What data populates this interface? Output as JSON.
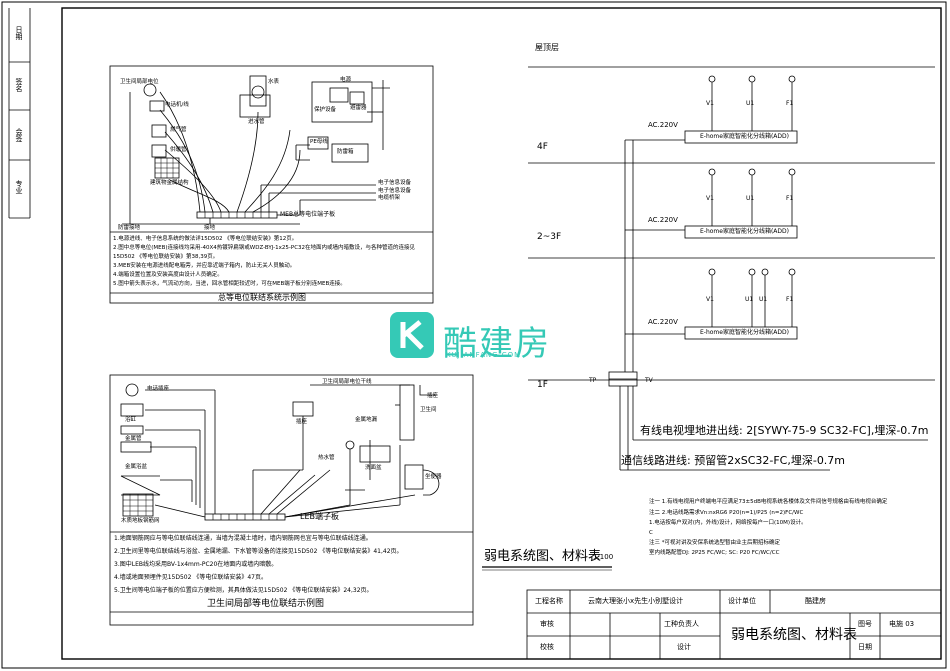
{
  "left_strip": {
    "labels": [
      "日期",
      "签名",
      "会签",
      "专业"
    ]
  },
  "diagram1": {
    "devices": [
      "卫生间局部电位",
      "电话机/线",
      "燃气管",
      "供暖管",
      "建筑物金属结构",
      "水表",
      "进水管"
    ],
    "tags": [
      "电子信息设备",
      "电子信息设备",
      "电缆桥架",
      "防雷接地",
      "接地"
    ],
    "ldb_label": "MEB总等电位端子板",
    "boxes": [
      "电源",
      "保护设备",
      "避雷器",
      "PE母线",
      "防雷箱"
    ],
    "notes": [
      "1.电源进线、电子信息系统的做法详15D502 《等电位联结安装》第12页。",
      "2.图中总等电位(MEB)连接线均采用-40X4热镀锌扁钢或WDZ-BYJ-1x25-PC32在地面内或墙内暗敷设，与各种管道的连接见",
      "  15D502 《等电位联结安装》第38,39页。",
      "3.MEB安装在电源进线配电箱旁，并应靠近端子箱内，防止无关人员触动。",
      "4.端箱设置位置及安装高度由设计人员确定。",
      "5.图中箭头表示水，气流动方向，当进，回水管相距较近时，可在MEB端子板分别连MEB连接。"
    ],
    "caption": "总等电位联结系统示例图"
  },
  "diagram2": {
    "labels": [
      "电话插座",
      "卫生间局部电位干线",
      "浴缸",
      "金属地漏",
      "金属管",
      "热水管",
      "金属浴盆",
      "洗面盆",
      "坐便器",
      "木质地板钢筋网",
      "LEB端子板",
      "卫生间",
      "插座",
      "插座"
    ],
    "notes": [
      "1.地面钢筋网应与等电位联结线连通，当墙为混凝土墙时，墙内钢筋网也宜与等电位联结线连通。",
      "2.卫生间里等电位联结线与浴盆、金属地漏、下水管等设备的连接见15D502 《等电位联结安装》41,42页。",
      "3.图中LEB线均采用BV-1x4mm-PC20在地面内或墙内暗敷。",
      "4.墙或地面预埋件见15D502 《等电位联结安装》47页。",
      "5.卫生间等电位端子板的位置应方便检测，其具体做法见15D502 《等电位联结安装》24,32页。"
    ],
    "caption": "卫生间局部等电位联结示例图"
  },
  "system": {
    "roof": "屋顶层",
    "floors": [
      "4F",
      "2~3F",
      "1F"
    ],
    "ac": "AC.220V",
    "box_label": "E-home家庭智能化分线箱(ADD)",
    "outlets_top": [
      "V1",
      "U1",
      "F1"
    ],
    "outlets_mid": [
      "V1",
      "U1",
      "F1"
    ],
    "outlets_bot": [
      "V1",
      "U1",
      "U1",
      "F1"
    ],
    "tp": "TP",
    "tv": "TV",
    "cable_tv": "有线电视埋地进出线: 2[SYWY-75-9 SC32-FC],埋深-0.7m",
    "comm": "通信线路进线: 预留管2xSC32-FC,埋深-0.7m"
  },
  "spec_notes": [
    "注一  1.有线电视用户终端电平应满足73±5dB电视系统各楼体及文件间信号规格由有线电视台确定",
    "注二  2.电话线路需求Vn:nxRG6 P20(n=1)/P25 (n=2)FC/WC",
    "      1.电话按每户双对(内，外线)设计，网络按每户一口(10M)设计。",
    "      C",
    "注三  *可视对讲及安保系统选型暂由业主后期招标确定",
    "      室内线路配管DJ: 2P25 FC/WC; SC: P20 FC/WC/CC"
  ],
  "drawing_title": "弱电系统图、材料表",
  "drawing_scale": "1:100",
  "watermark": {
    "brand": "酷建房",
    "url": "KUJIANFANG.COM"
  },
  "title_block": {
    "project_label": "工程名称",
    "project_value": "云南大理张小x先生小别墅设计",
    "design_unit_label": "设计单位",
    "design_unit_value": "酷建房",
    "review_label": "审核",
    "leader_label": "工种负责人",
    "drawing_name": "弱电系统图、材料表",
    "drawing_no_label": "图号",
    "drawing_no_value": "电施 03",
    "check_label": "校核",
    "design_label": "设计",
    "date_label": "日期"
  }
}
